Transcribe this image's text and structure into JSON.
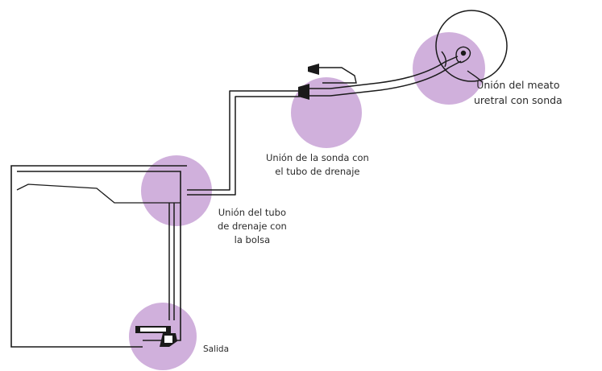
{
  "labels": {
    "meatus": [
      "Unión del meato",
      "uretral con sonda"
    ],
    "probe": [
      "Unión de la sonda con",
      "el tubo de drenaje"
    ],
    "bag": [
      "Unión del tubo",
      "de drenaje con",
      "la bolsa"
    ],
    "outlet": [
      "Salida"
    ]
  },
  "colors": {
    "highlight": "#c8a2d6",
    "line": "#1a1a1a",
    "text": "#2b2b2b"
  }
}
